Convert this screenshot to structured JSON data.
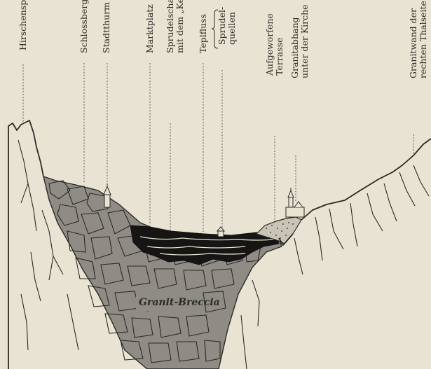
{
  "diagram": {
    "labels": [
      {
        "id": "hirschensprung",
        "lines": [
          "Hirschensprung"
        ]
      },
      {
        "id": "schlossberg",
        "lines": [
          "Schlossberg"
        ]
      },
      {
        "id": "stadtthurm",
        "lines": [
          "Stadtthurm"
        ]
      },
      {
        "id": "marktplatz",
        "lines": [
          "Marktplatz"
        ]
      },
      {
        "id": "sprudelschale",
        "lines": [
          "Sprudelschale",
          "mit dem „Kessel“"
        ]
      },
      {
        "id": "teplfluss",
        "lines": [
          "Teplfluss"
        ]
      },
      {
        "id": "sprudelquellen",
        "lines": [
          "Sprudel-",
          "quellen"
        ]
      },
      {
        "id": "terrasse",
        "lines": [
          "Aufgeworfene",
          "Terrasse"
        ]
      },
      {
        "id": "granitabhang",
        "lines": [
          "Granitabhang",
          "unter der Kirche"
        ]
      },
      {
        "id": "granitwand",
        "lines": [
          "Granitwand der",
          "rechten Thalseite"
        ]
      }
    ],
    "inner_label": "Granit-Breccia"
  },
  "colors": {
    "paper": "#e9e3d3",
    "ink": "#2c2a25",
    "breccia_fill": "#8f8c86",
    "sinter_fill": "#161513",
    "terrace_fill": "#c9c4b5"
  }
}
